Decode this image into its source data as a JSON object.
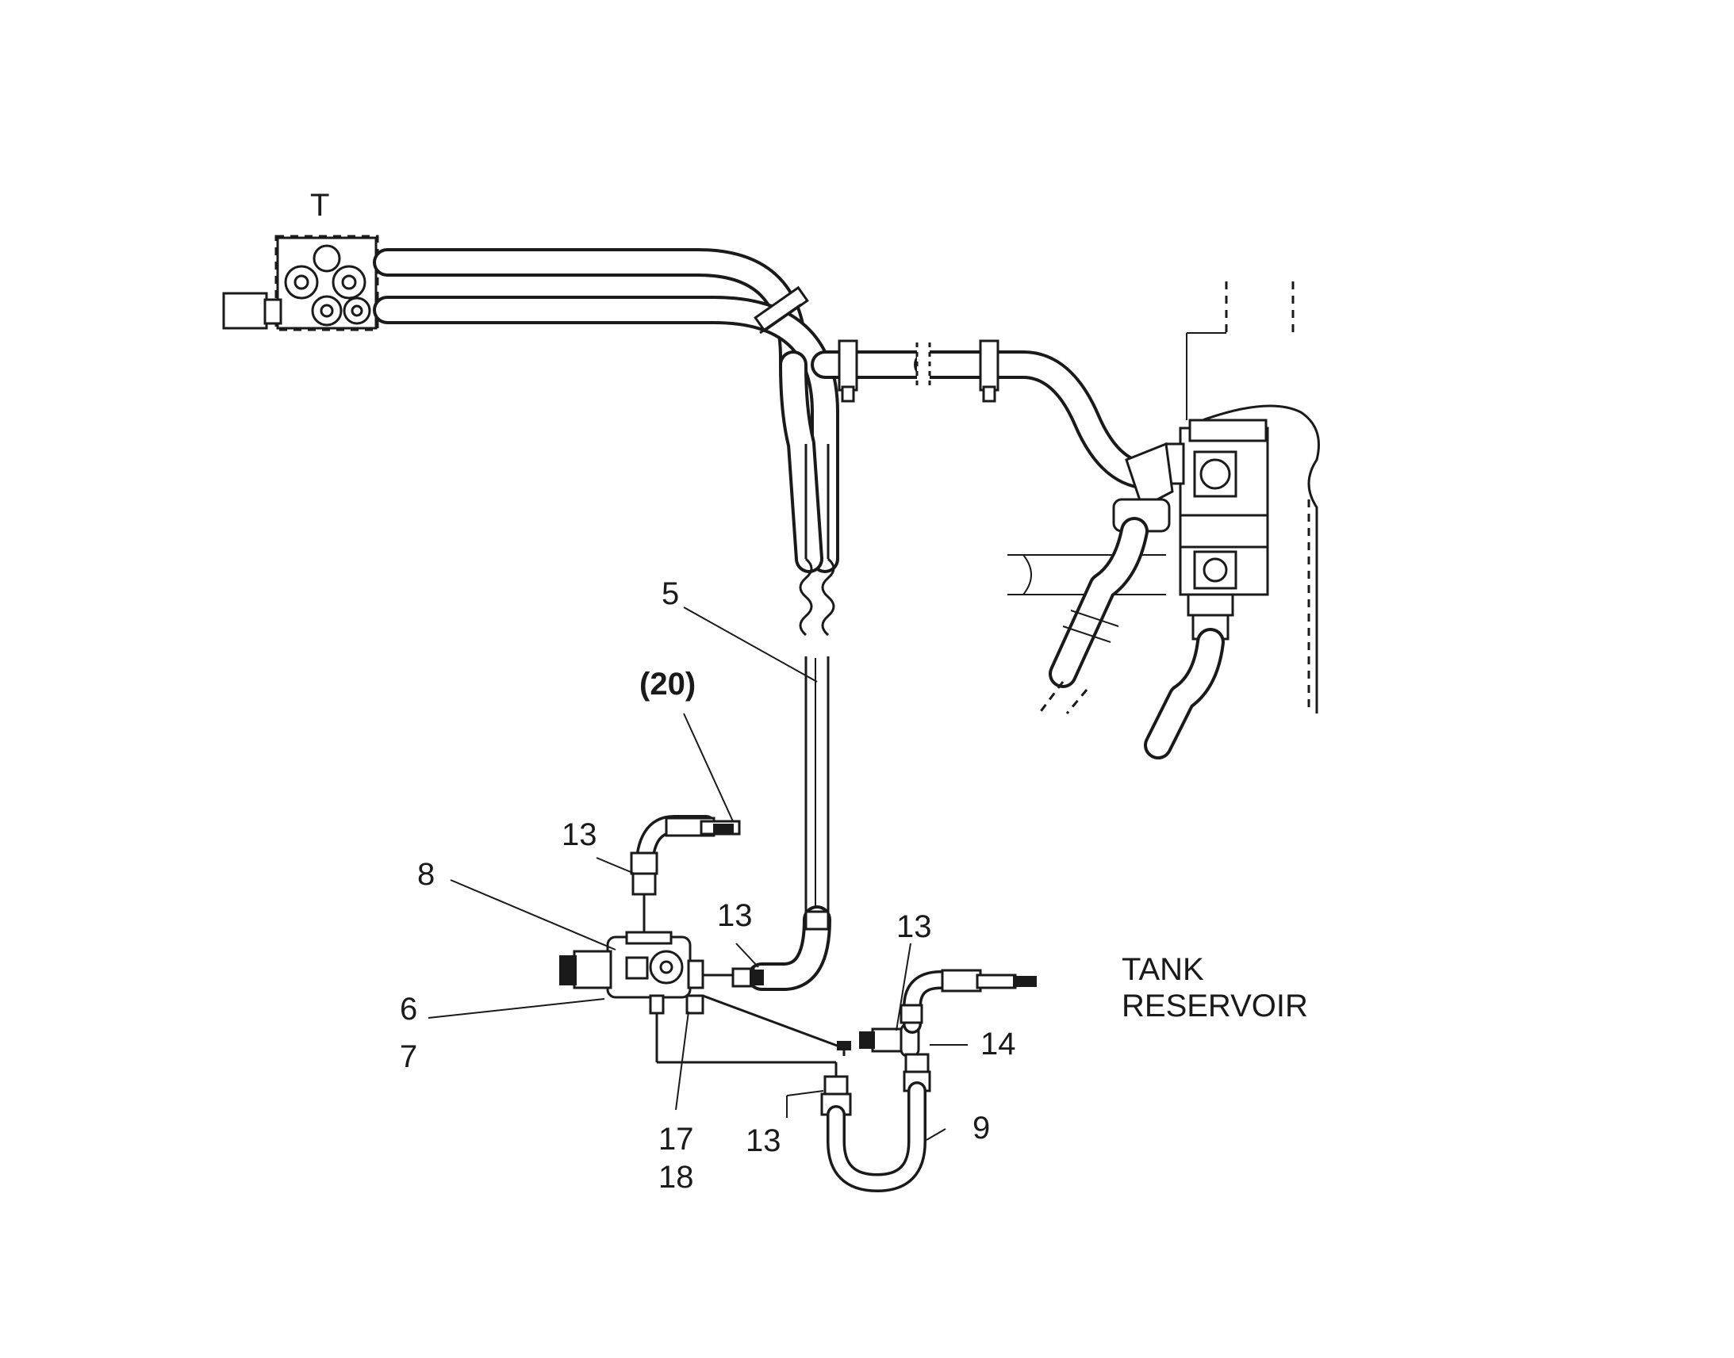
{
  "diagram": {
    "labels": {
      "t": "T",
      "hose_5": "5",
      "part_20": "(20)",
      "fitting_13_upper": "13",
      "valve_8": "8",
      "fitting_13_middle": "13",
      "fitting_13_right": "13",
      "part_6": "6",
      "part_7": "7",
      "tee_14": "14",
      "hose_9": "9",
      "part_17": "17",
      "part_18": "18",
      "fitting_13_lower": "13",
      "tank_line1": "TANK",
      "tank_line2": "RESERVOIR"
    },
    "colors": {
      "ink": "#1a1a1a",
      "paper": "#ffffff"
    }
  }
}
